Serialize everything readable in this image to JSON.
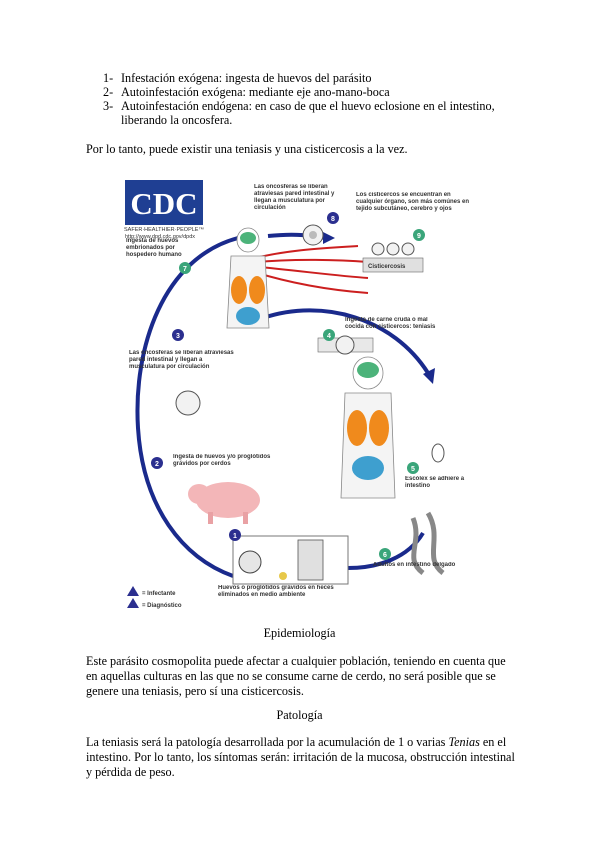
{
  "list": [
    {
      "num": "1-",
      "text": "Infestación exógena: ingesta de huevos del parásito"
    },
    {
      "num": "2-",
      "text": "Autoinfestación exógena: mediante eje ano-mano-boca"
    },
    {
      "num": "3-",
      "text": "Autoinfestación endógena: en caso de que el huevo eclosione en el intestino, liberando la oncosfera."
    }
  ],
  "p_conclusion": "Por lo tanto, puede existir una teniasis y una cisticercosis a la vez.",
  "figure": {
    "logo": "CDC",
    "logo_tagline": "SAFER·HEALTHIER·PEOPLE™",
    "url": "http://www.dpd.cdc.gov/dpdx",
    "step1_label": "Huevos o proglótidos grávidos en heces eliminados en medio ambiente",
    "step2_label": "Ingesta de huevos y/o proglótidos grávidos por cerdos",
    "step3_label": "Las oncosferas se liberan atraviesas pared intestinal y llegan a musculatura por circulación",
    "step4_label": "Ingesta de carne cruda o mal cocida con cisticercos: teniasis",
    "step5_label": "Escólex se adhiere a intestino",
    "step6_label": "Adultos en intestino delgado",
    "step7_label": "Ingesta de huevos embrionados por hospedero humano",
    "step8_label": "Las oncosferas se liberan atraviesas pared intestinal y llegan a musculatura por circulación",
    "step9_label": "Los cisticercos se encuentran en cualquier órgano, son más comúnes en tejido subcutáneo, cerebro y ojos",
    "cisticercosis_label": "Cisticercosis",
    "legend_infectante": "= Infectante",
    "legend_diagnostico": "= Diagnóstico",
    "colors": {
      "cycle_arrow": "#1a2a8c",
      "red_arrow": "#cc1f1f",
      "step_circle": "#2b2f8f",
      "green_circle": "#3aa57a",
      "lungs": "#f08a1c",
      "brain": "#4cb37a",
      "intestine": "#3e9fcf"
    }
  },
  "h_epidemiologia": "Epidemiología",
  "p_epidemiologia": "Este parásito cosmopolita puede afectar a cualquier población, teniendo en cuenta que en aquellas culturas en las que no se consume carne de cerdo, no será posible que se genere una teniasis, pero sí una cisticercosis.",
  "h_patologia": "Patología",
  "p_patologia_1": "La teniasis será la patología desarrollada por la acumulación de 1 o varias ",
  "p_patologia_em": "Tenias",
  "p_patologia_2": " en el intestino. Por lo tanto, los síntomas serán: irritación de la mucosa, obstrucción intestinal y pérdida de peso."
}
